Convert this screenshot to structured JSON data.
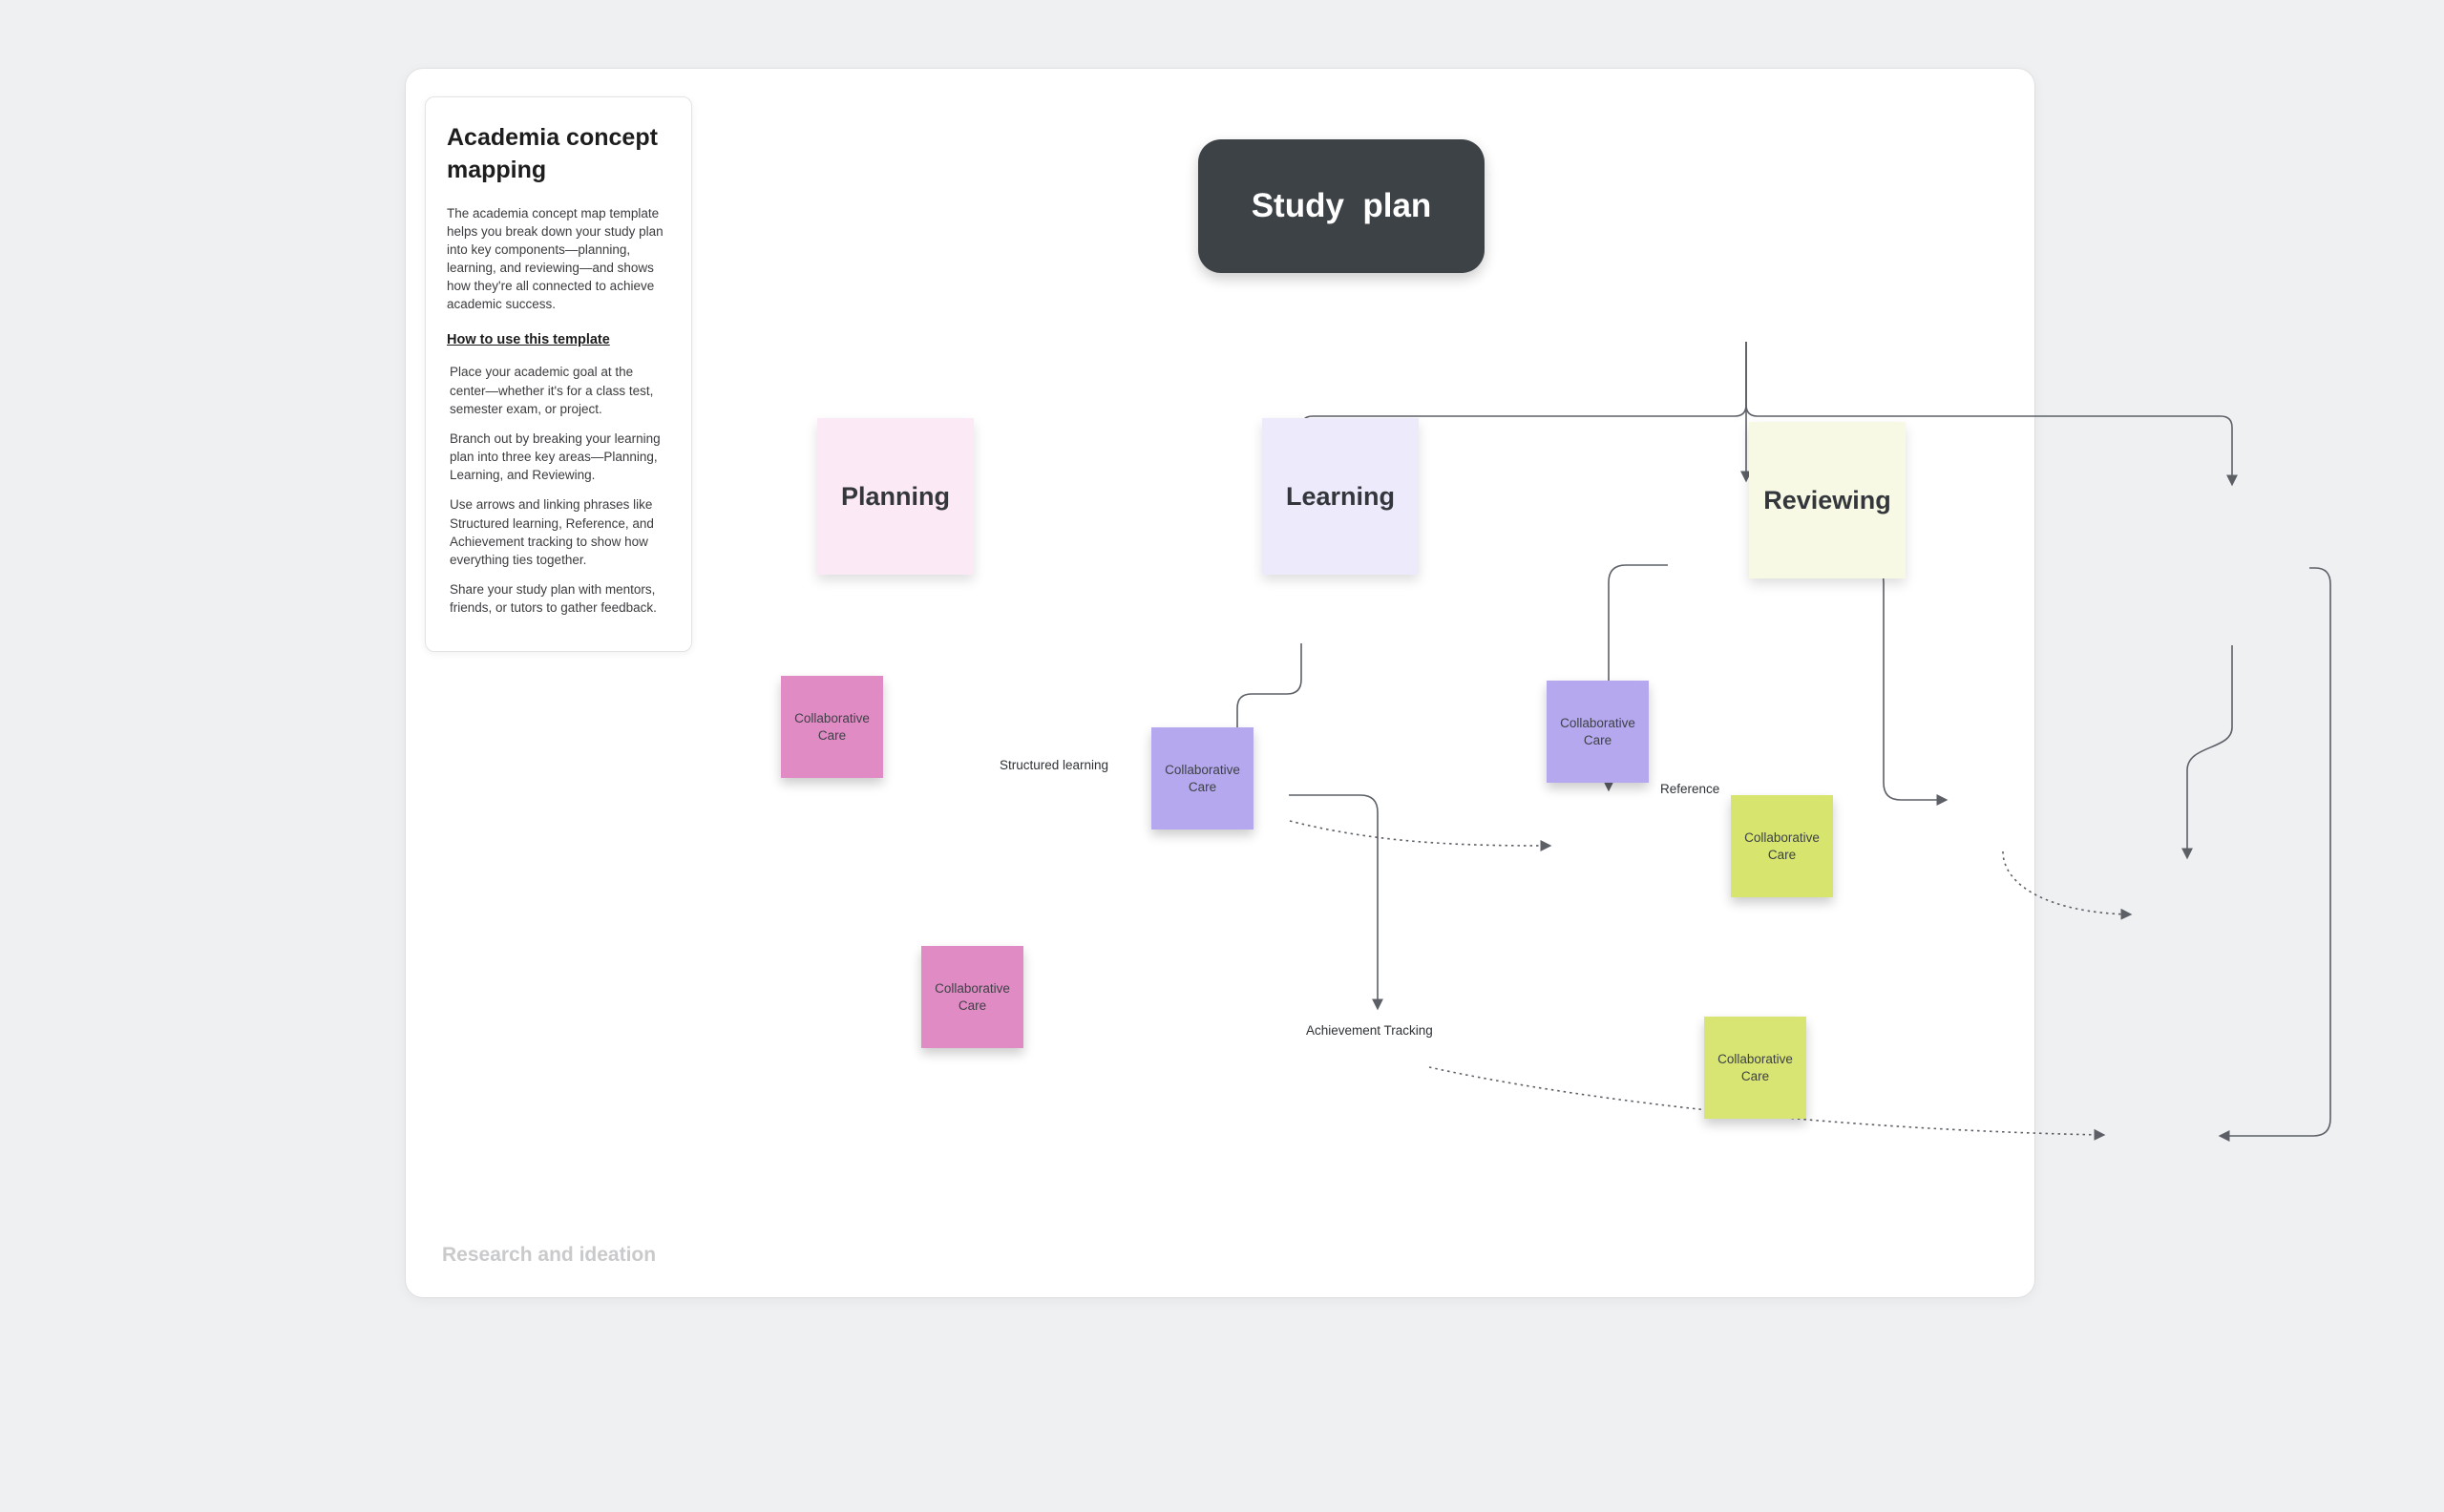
{
  "info_panel": {
    "title": "Academia concept mapping",
    "description": "The academia concept map template helps you break down your study plan into key components—planning, learning, and reviewing—and shows how they're all connected to achieve academic success.",
    "how_to_heading": "How to use this template",
    "steps": [
      "Place your academic goal at the center—whether it's for a class test, semester exam, or project.",
      "Branch out by breaking your learning plan into three key areas—Planning, Learning, and Reviewing.",
      "Use arrows and linking phrases like Structured learning, Reference, and Achievement tracking to show how everything ties together.",
      "Share your study plan with mentors, friends, or tutors to gather feedback."
    ]
  },
  "diagram": {
    "root": {
      "label": "Study  plan",
      "color": "#3d4247"
    },
    "branches": [
      {
        "id": "planning",
        "label": "Planning",
        "color": "#fbe9f5"
      },
      {
        "id": "learning",
        "label": "Learning",
        "color": "#edeafc"
      },
      {
        "id": "reviewing",
        "label": "Reviewing",
        "color": "#f7f9e4"
      }
    ],
    "notes": [
      {
        "id": "pink-under-planning",
        "label": "Collaborative Care",
        "color": "#e18bc5"
      },
      {
        "id": "purple-under-learning",
        "label": "Collaborative Care",
        "color": "#b5a8ee"
      },
      {
        "id": "purple-right-learning",
        "label": "Collaborative Care",
        "color": "#b5a8ee"
      },
      {
        "id": "yellow-under-reviewing",
        "label": "Collaborative Care",
        "color": "#d7e56f"
      },
      {
        "id": "pink-bottom",
        "label": "Collaborative Care",
        "color": "#e18bc5"
      },
      {
        "id": "yellow-bottom",
        "label": "Collaborative Care",
        "color": "#d9e573"
      }
    ],
    "connector_labels": [
      {
        "id": "structured-learning",
        "text": "Structured learning"
      },
      {
        "id": "reference",
        "text": "Reference"
      },
      {
        "id": "achievement-tracking",
        "text": "Achievement Tracking"
      }
    ]
  },
  "board": {
    "footer_label": "Research and ideation"
  }
}
